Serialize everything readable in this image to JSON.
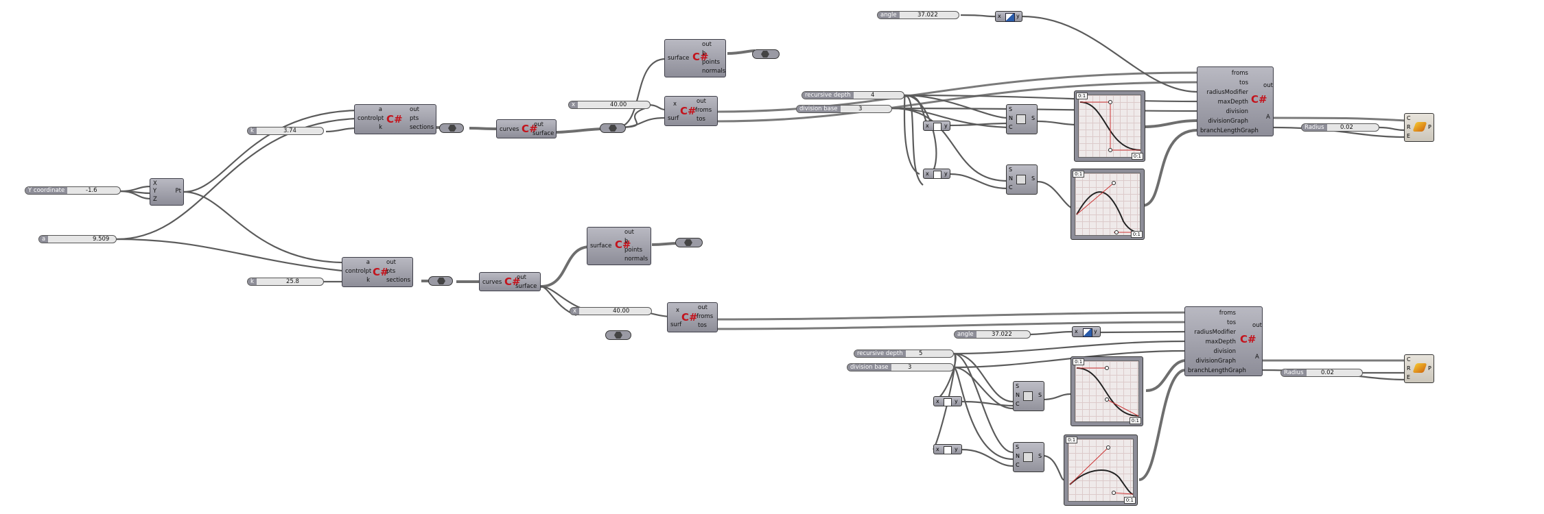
{
  "sliders": {
    "angle_top": {
      "name": "angle",
      "value": "37.022"
    },
    "k_top": {
      "name": "k",
      "value": "3.74"
    },
    "y_coord": {
      "name": "Y coordinate",
      "value": "-1.6"
    },
    "a": {
      "name": "a",
      "value": "9.509"
    },
    "k_bottom": {
      "name": "k",
      "value": "25.8"
    },
    "x_top": {
      "name": "x",
      "value": "40.00"
    },
    "x_bottom": {
      "name": "x",
      "value": "40.00"
    },
    "rec_top": {
      "name": "recursive depth",
      "value": "4"
    },
    "div_top": {
      "name": "division base",
      "value": "3"
    },
    "angle_bottom": {
      "name": "angle",
      "value": "37.022"
    },
    "rec_bottom": {
      "name": "recursive depth",
      "value": "5"
    },
    "div_bottom": {
      "name": "division base",
      "value": "3"
    },
    "radius_top": {
      "name": "Radius",
      "value": "0.02"
    },
    "radius_bottom": {
      "name": "Radius",
      "value": "0.02"
    }
  },
  "point": {
    "inputs": [
      "X",
      "Y",
      "Z"
    ],
    "output": "Pt"
  },
  "spline": {
    "inputs": [
      "a",
      "controlpt",
      "k"
    ],
    "outputs": [
      "out",
      "pts",
      "sections"
    ]
  },
  "loft": {
    "inputs": [
      "curves"
    ],
    "outputs": [
      "out",
      "surface"
    ]
  },
  "sample": {
    "inputs": [
      "surface"
    ],
    "outputs": [
      "out",
      "b",
      "points",
      "normals"
    ]
  },
  "pts": {
    "inputs": [
      "x",
      "surf"
    ],
    "outputs": [
      "out",
      "froms",
      "tos"
    ]
  },
  "tree": {
    "inputs": [
      "froms",
      "tos",
      "radiusModifier",
      "maxDepth",
      "division",
      "divisionGraph",
      "branchLengthGraph"
    ],
    "outputs": [
      "out",
      "A"
    ]
  },
  "series": {
    "inputs": [
      "S",
      "N",
      "C"
    ],
    "output": "S"
  },
  "func": {
    "input": "x",
    "output": "y"
  },
  "pipe": {
    "inputs": [
      "C",
      "R",
      "E"
    ],
    "output": "P"
  },
  "graph_range": "0:1",
  "csharp_glyph": "C#"
}
